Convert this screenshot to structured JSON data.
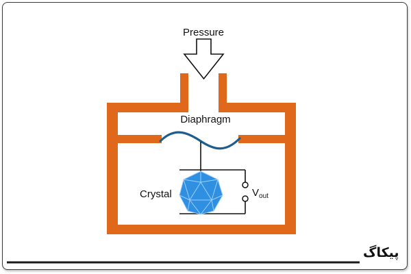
{
  "labels": {
    "pressure": "Pressure",
    "diaphragm": "Diaphragm",
    "crystal": "Crystal",
    "vout_main": "V",
    "vout_sub": "out"
  },
  "logo": {
    "text": "پیکاگ"
  },
  "colors": {
    "housing": "#e0681a",
    "diaphragm": "#1f5e8c",
    "crystal_fill": "#2f8fe0",
    "crystal_edge": "#9fd0ff",
    "wire": "#111111",
    "brand_line": "#1a1a1a"
  },
  "icons": {
    "pressure_arrow": "down-arrow-icon",
    "crystal": "icosahedron-crystal-icon"
  }
}
